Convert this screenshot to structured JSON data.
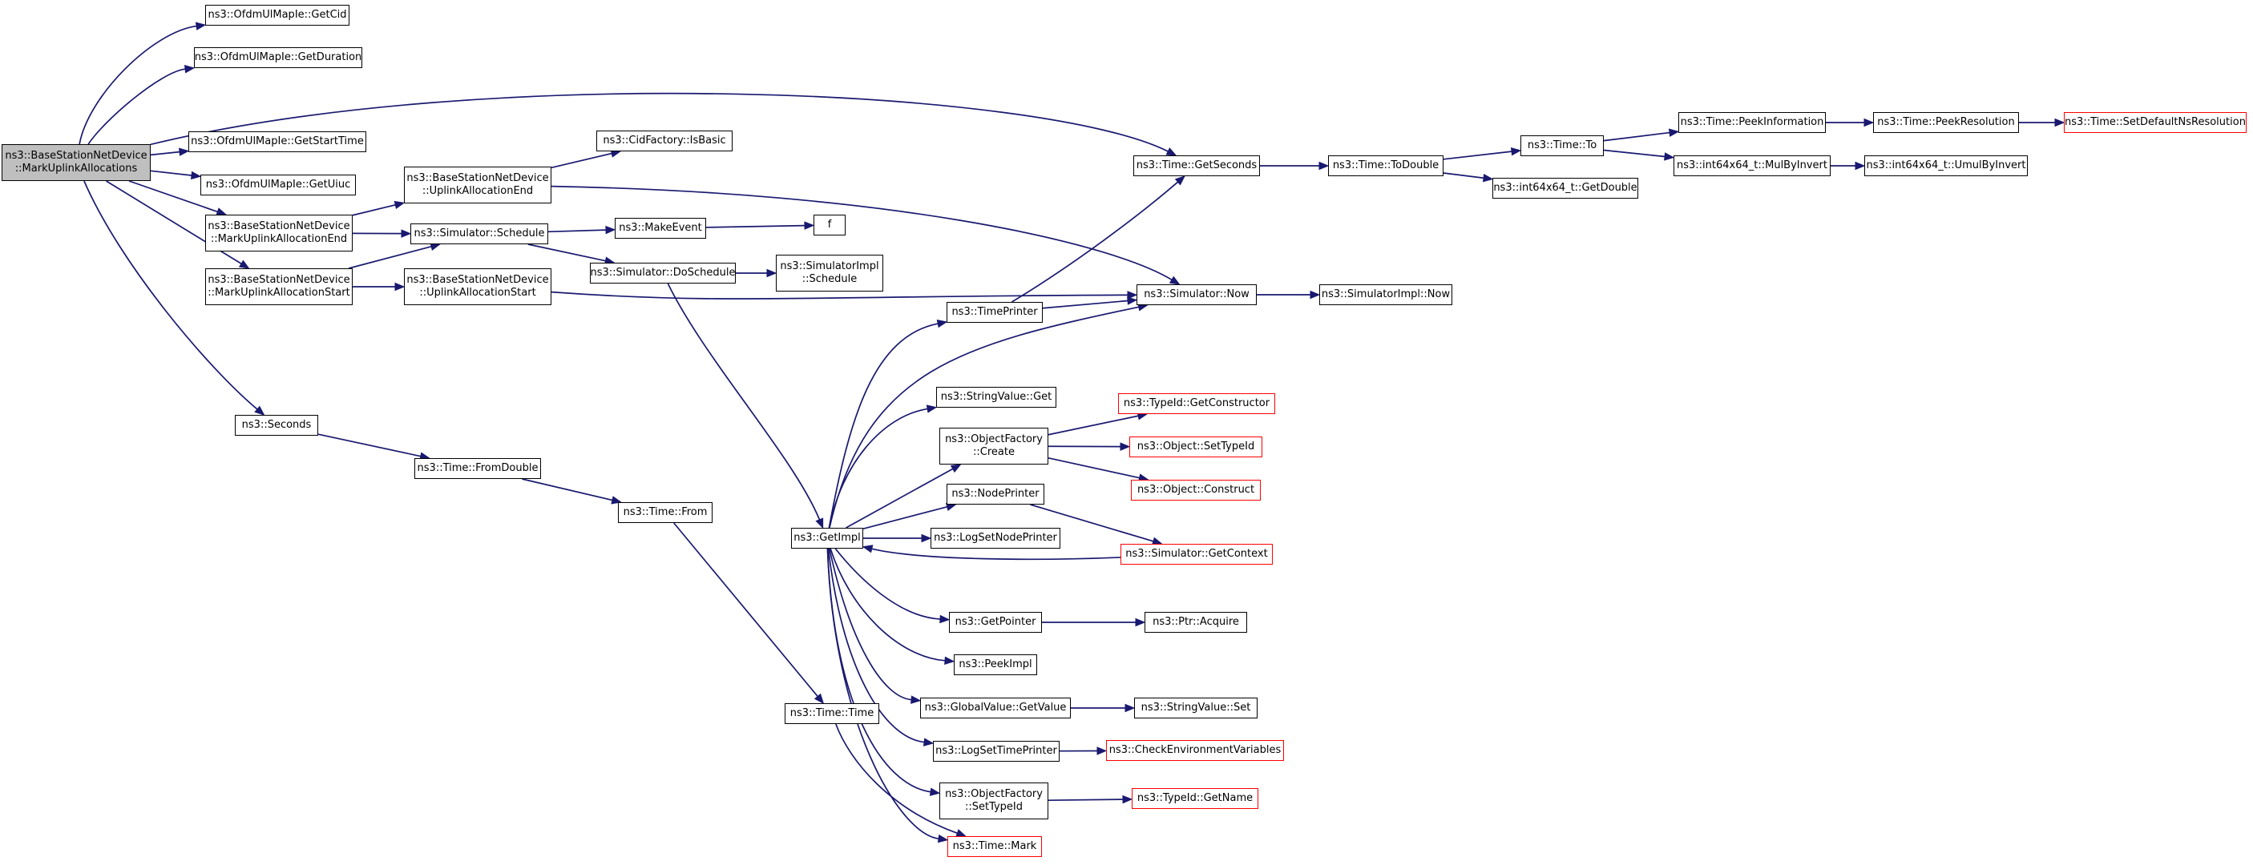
{
  "nodes": [
    {
      "id": "root",
      "lines": [
        "ns3::BaseStationNetDevice",
        "::MarkUplinkAllocations"
      ],
      "style": "root"
    },
    {
      "id": "getcid",
      "lines": [
        "ns3::OfdmUlMapIe::GetCid"
      ],
      "style": "normal"
    },
    {
      "id": "getduration",
      "lines": [
        "ns3::OfdmUlMapIe::GetDuration"
      ],
      "style": "normal"
    },
    {
      "id": "getstarttime",
      "lines": [
        "ns3::OfdmUlMapIe::GetStartTime"
      ],
      "style": "normal"
    },
    {
      "id": "getuiuc",
      "lines": [
        "ns3::OfdmUlMapIe::GetUiuc"
      ],
      "style": "normal"
    },
    {
      "id": "markend",
      "lines": [
        "ns3::BaseStationNetDevice",
        "::MarkUplinkAllocationEnd"
      ],
      "style": "normal"
    },
    {
      "id": "markstart",
      "lines": [
        "ns3::BaseStationNetDevice",
        "::MarkUplinkAllocationStart"
      ],
      "style": "normal"
    },
    {
      "id": "seconds",
      "lines": [
        "ns3::Seconds"
      ],
      "style": "normal"
    },
    {
      "id": "uplinkend",
      "lines": [
        "ns3::BaseStationNetDevice",
        "::UplinkAllocationEnd"
      ],
      "style": "normal"
    },
    {
      "id": "simschedule",
      "lines": [
        "ns3::Simulator::Schedule"
      ],
      "style": "normal"
    },
    {
      "id": "uplinkstart",
      "lines": [
        "ns3::BaseStationNetDevice",
        "::UplinkAllocationStart"
      ],
      "style": "normal"
    },
    {
      "id": "fromdouble",
      "lines": [
        "ns3::Time::FromDouble"
      ],
      "style": "normal"
    },
    {
      "id": "isbasic",
      "lines": [
        "ns3::CidFactory::IsBasic"
      ],
      "style": "normal"
    },
    {
      "id": "makeevent",
      "lines": [
        "ns3::MakeEvent"
      ],
      "style": "normal"
    },
    {
      "id": "f",
      "lines": [
        "f"
      ],
      "style": "normal"
    },
    {
      "id": "doschedule",
      "lines": [
        "ns3::Simulator::DoSchedule"
      ],
      "style": "normal"
    },
    {
      "id": "implschedule",
      "lines": [
        "ns3::SimulatorImpl",
        "::Schedule"
      ],
      "style": "normal"
    },
    {
      "id": "timefrom",
      "lines": [
        "ns3::Time::From"
      ],
      "style": "normal"
    },
    {
      "id": "timetime",
      "lines": [
        "ns3::Time::Time"
      ],
      "style": "normal"
    },
    {
      "id": "timemark",
      "lines": [
        "ns3::Time::Mark"
      ],
      "style": "red"
    },
    {
      "id": "getimpl",
      "lines": [
        "ns3::GetImpl"
      ],
      "style": "normal"
    },
    {
      "id": "timeprinter",
      "lines": [
        "ns3::TimePrinter"
      ],
      "style": "normal"
    },
    {
      "id": "stringget",
      "lines": [
        "ns3::StringValue::Get"
      ],
      "style": "normal"
    },
    {
      "id": "ofcreate",
      "lines": [
        "ns3::ObjectFactory",
        "::Create"
      ],
      "style": "normal"
    },
    {
      "id": "nodeprinter",
      "lines": [
        "ns3::NodePrinter"
      ],
      "style": "normal"
    },
    {
      "id": "logsetnode",
      "lines": [
        "ns3::LogSetNodePrinter"
      ],
      "style": "normal"
    },
    {
      "id": "getpointer",
      "lines": [
        "ns3::GetPointer"
      ],
      "style": "normal"
    },
    {
      "id": "peekimpl",
      "lines": [
        "ns3::PeekImpl"
      ],
      "style": "normal"
    },
    {
      "id": "gvgetvalue",
      "lines": [
        "ns3::GlobalValue::GetValue"
      ],
      "style": "normal"
    },
    {
      "id": "logsettime",
      "lines": [
        "ns3::LogSetTimePrinter"
      ],
      "style": "normal"
    },
    {
      "id": "ofsettypeid",
      "lines": [
        "ns3::ObjectFactory",
        "::SetTypeId"
      ],
      "style": "normal"
    },
    {
      "id": "getseconds",
      "lines": [
        "ns3::Time::GetSeconds"
      ],
      "style": "normal"
    },
    {
      "id": "simnow",
      "lines": [
        "ns3::Simulator::Now"
      ],
      "style": "normal"
    },
    {
      "id": "getconstructor",
      "lines": [
        "ns3::TypeId::GetConstructor"
      ],
      "style": "red"
    },
    {
      "id": "objsettypeid",
      "lines": [
        "ns3::Object::SetTypeId"
      ],
      "style": "red"
    },
    {
      "id": "objconstruct",
      "lines": [
        "ns3::Object::Construct"
      ],
      "style": "red"
    },
    {
      "id": "getcontext",
      "lines": [
        "ns3::Simulator::GetContext"
      ],
      "style": "red"
    },
    {
      "id": "ptracquire",
      "lines": [
        "ns3::Ptr::Acquire"
      ],
      "style": "normal"
    },
    {
      "id": "stringset",
      "lines": [
        "ns3::StringValue::Set"
      ],
      "style": "normal"
    },
    {
      "id": "checkenv",
      "lines": [
        "ns3::CheckEnvironmentVariables"
      ],
      "style": "red"
    },
    {
      "id": "getname",
      "lines": [
        "ns3::TypeId::GetName"
      ],
      "style": "red"
    },
    {
      "id": "todouble",
      "lines": [
        "ns3::Time::ToDouble"
      ],
      "style": "normal"
    },
    {
      "id": "implnow",
      "lines": [
        "ns3::SimulatorImpl::Now"
      ],
      "style": "normal"
    },
    {
      "id": "timeto",
      "lines": [
        "ns3::Time::To"
      ],
      "style": "normal"
    },
    {
      "id": "getdouble",
      "lines": [
        "ns3::int64x64_t::GetDouble"
      ],
      "style": "normal"
    },
    {
      "id": "peekinfo",
      "lines": [
        "ns3::Time::PeekInformation"
      ],
      "style": "normal"
    },
    {
      "id": "mulbyinvert",
      "lines": [
        "ns3::int64x64_t::MulByInvert"
      ],
      "style": "normal"
    },
    {
      "id": "peekres",
      "lines": [
        "ns3::Time::PeekResolution"
      ],
      "style": "normal"
    },
    {
      "id": "umulbyinvert",
      "lines": [
        "ns3::int64x64_t::UmulByInvert"
      ],
      "style": "normal"
    },
    {
      "id": "setdefaultres",
      "lines": [
        "ns3::Time::SetDefaultNsResolution"
      ],
      "style": "red"
    }
  ],
  "edges": [
    [
      "root",
      "getcid"
    ],
    [
      "root",
      "getduration"
    ],
    [
      "root",
      "getseconds"
    ],
    [
      "root",
      "getstarttime"
    ],
    [
      "root",
      "getuiuc"
    ],
    [
      "root",
      "markend"
    ],
    [
      "root",
      "markstart"
    ],
    [
      "root",
      "seconds"
    ],
    [
      "markend",
      "uplinkend"
    ],
    [
      "markend",
      "simschedule"
    ],
    [
      "markstart",
      "simschedule"
    ],
    [
      "markstart",
      "uplinkstart"
    ],
    [
      "uplinkend",
      "isbasic"
    ],
    [
      "uplinkend",
      "simnow"
    ],
    [
      "simschedule",
      "makeevent"
    ],
    [
      "simschedule",
      "doschedule"
    ],
    [
      "makeevent",
      "f"
    ],
    [
      "doschedule",
      "implschedule"
    ],
    [
      "doschedule",
      "getimpl"
    ],
    [
      "uplinkstart",
      "simnow"
    ],
    [
      "seconds",
      "fromdouble"
    ],
    [
      "fromdouble",
      "timefrom"
    ],
    [
      "timefrom",
      "timetime"
    ],
    [
      "timetime",
      "timemark"
    ],
    [
      "getimpl",
      "timeprinter"
    ],
    [
      "getimpl",
      "simnow"
    ],
    [
      "getimpl",
      "stringget"
    ],
    [
      "getimpl",
      "ofcreate"
    ],
    [
      "getimpl",
      "nodeprinter"
    ],
    [
      "getimpl",
      "logsetnode"
    ],
    [
      "getimpl",
      "getpointer"
    ],
    [
      "getimpl",
      "peekimpl"
    ],
    [
      "getimpl",
      "gvgetvalue"
    ],
    [
      "getimpl",
      "logsettime"
    ],
    [
      "getimpl",
      "ofsettypeid"
    ],
    [
      "getimpl",
      "timemark"
    ],
    [
      "timeprinter",
      "getseconds"
    ],
    [
      "timeprinter",
      "simnow"
    ],
    [
      "ofcreate",
      "getconstructor"
    ],
    [
      "ofcreate",
      "objsettypeid"
    ],
    [
      "ofcreate",
      "objconstruct"
    ],
    [
      "nodeprinter",
      "getcontext"
    ],
    [
      "getcontext",
      "getimpl"
    ],
    [
      "getpointer",
      "ptracquire"
    ],
    [
      "gvgetvalue",
      "stringset"
    ],
    [
      "logsettime",
      "checkenv"
    ],
    [
      "ofsettypeid",
      "getname"
    ],
    [
      "simnow",
      "implnow"
    ],
    [
      "getseconds",
      "todouble"
    ],
    [
      "todouble",
      "timeto"
    ],
    [
      "todouble",
      "getdouble"
    ],
    [
      "timeto",
      "peekinfo"
    ],
    [
      "timeto",
      "mulbyinvert"
    ],
    [
      "peekinfo",
      "peekres"
    ],
    [
      "peekres",
      "setdefaultres"
    ],
    [
      "mulbyinvert",
      "umulbyinvert"
    ]
  ]
}
